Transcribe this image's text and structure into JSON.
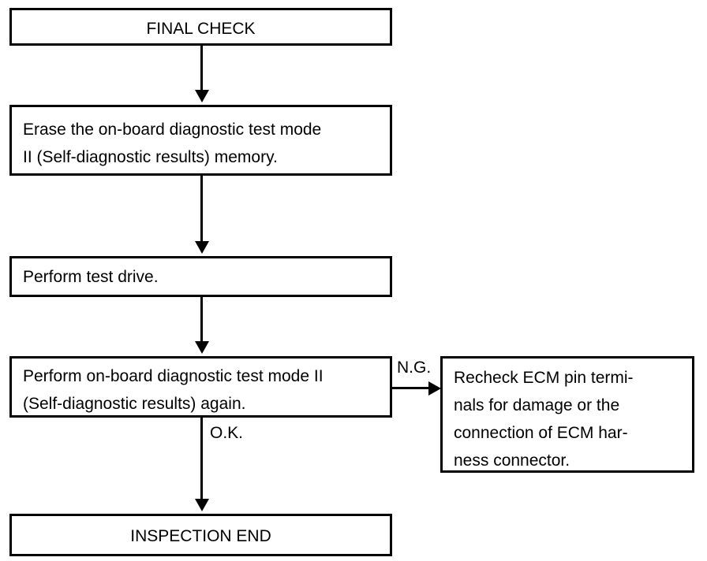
{
  "diagram": {
    "title": "FINAL CHECK",
    "nodes": [
      {
        "id": "final-check",
        "label": "FINAL CHECK",
        "align": "center"
      },
      {
        "id": "erase-memory",
        "label": "Erase the on-board diagnostic test mode\nII (Self-diagnostic results) memory.",
        "align": "left"
      },
      {
        "id": "perform-test-drive",
        "label": "Perform test drive.",
        "align": "left"
      },
      {
        "id": "perform-diagnostic-again",
        "label": "Perform on-board diagnostic test mode II\n(Self-diagnostic results) again.",
        "align": "left"
      },
      {
        "id": "recheck-ecm",
        "label": "Recheck ECM pin termi-\nnals for damage or the\nconnection of ECM har-\nness connector.",
        "align": "left"
      },
      {
        "id": "inspection-end",
        "label": "INSPECTION END",
        "align": "center"
      }
    ],
    "edge_labels": {
      "ng": "N.G.",
      "ok": "O.K."
    },
    "colors": {
      "stroke": "#000000",
      "fill": "#ffffff",
      "text": "#000000"
    }
  }
}
